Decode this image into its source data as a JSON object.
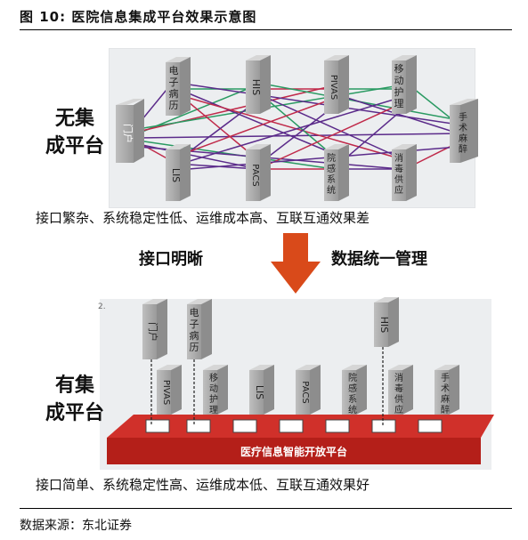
{
  "figure_title": "图  10:  医院信息集成平台效果示意图",
  "top": {
    "side_label_line1": "无集",
    "side_label_line2": "成平台",
    "caption": "接口繁杂、系统稳定性低、运维成本高、互联互通效果差",
    "modules": {
      "menhu": "门户",
      "emr": "电子病历",
      "his": "HIS",
      "pivas": "PIVAS",
      "mobile": "移动护理",
      "surgery": "手术麻醉",
      "lis": "LIS",
      "pacs": "PACS",
      "infection": "院感系统",
      "supply": "消毒供应"
    }
  },
  "middle": {
    "left_text": "接口明晰",
    "right_text": "数据统一管理",
    "arrow_color": "#d94a1a"
  },
  "bottom": {
    "side_label_line1": "有集",
    "side_label_line2": "成平台",
    "platform_label": "医疗信息智能开放平台",
    "caption": "接口简单、系统稳定性高、运维成本低、互联互通效果好",
    "platform_color": "#c8241d",
    "modules": {
      "menhu": "门户",
      "emr": "电子病历",
      "his": "HIS",
      "pivas": "PIVAS",
      "mobile": "移动护理",
      "lis": "LIS",
      "pacs": "PACS",
      "infection": "院感系统",
      "supply": "消毒供应",
      "surgery": "手术麻醉"
    },
    "corner_mark": "2."
  },
  "source": "数据来源：东北证券"
}
